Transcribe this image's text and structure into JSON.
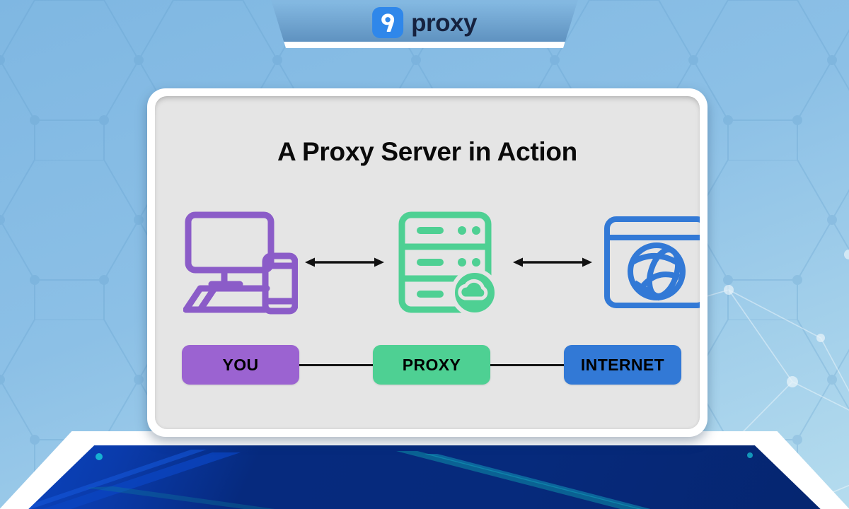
{
  "brand": {
    "name": "proxy",
    "mark_glyph": "9",
    "mark_color": "#2f87ea",
    "text_color": "#16223f"
  },
  "card": {
    "title": "A Proxy Server in Action",
    "background": "#e5e5e5",
    "frame_color": "#ffffff"
  },
  "flow": {
    "nodes": [
      {
        "id": "you",
        "label": "YOU",
        "color": "#9b63d1",
        "icon": "desktop-computer-and-phone-icon"
      },
      {
        "id": "proxy",
        "label": "PROXY",
        "color": "#4ed093",
        "icon": "server-rack-with-cloud-icon"
      },
      {
        "id": "internet",
        "label": "INTERNET",
        "color": "#3279d6",
        "icon": "browser-window-globe-icon"
      }
    ],
    "connectors": [
      {
        "from": "you",
        "to": "proxy",
        "style": "double-headed-arrow"
      },
      {
        "from": "proxy",
        "to": "internet",
        "style": "double-headed-arrow"
      }
    ],
    "label_links": [
      {
        "from": "you",
        "to": "proxy",
        "style": "line"
      },
      {
        "from": "proxy",
        "to": "internet",
        "style": "line"
      }
    ]
  },
  "background": {
    "top_color": "#7fb7e2",
    "bottom_color": "#b5dcee",
    "pattern": "hexagon-mesh",
    "accent_pattern": "network-constellation",
    "bottom_band_color": "#062a7e",
    "frame_color": "#ffffff"
  }
}
